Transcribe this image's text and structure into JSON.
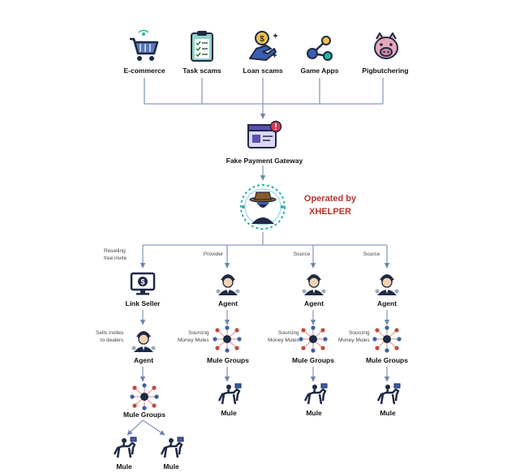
{
  "sources": [
    "E-commerce",
    "Task scams",
    "Loan scams",
    "Game Apps",
    "Pigbutchering"
  ],
  "gateway": "Fake Payment Gateway",
  "operator": {
    "line1": "Operated by",
    "line2": "XHELPER"
  },
  "branch_labels": {
    "reselling": "Reselling\nfree invite",
    "provider": "Provider",
    "source1": "Source",
    "source2": "Source"
  },
  "link_seller": "Link Seller",
  "agent": "Agent",
  "sells_invites": "Sells invites\nto dealers",
  "sourcing": "Sourcing\nMoney Mules",
  "mule_groups": "Mule Groups",
  "mule": "Mule",
  "colors": {
    "line": "#7b8fb3",
    "navy": "#1f2a44",
    "teal": "#2bb3a6",
    "accent": "#b5332e",
    "pink": "#e9a6b9"
  }
}
